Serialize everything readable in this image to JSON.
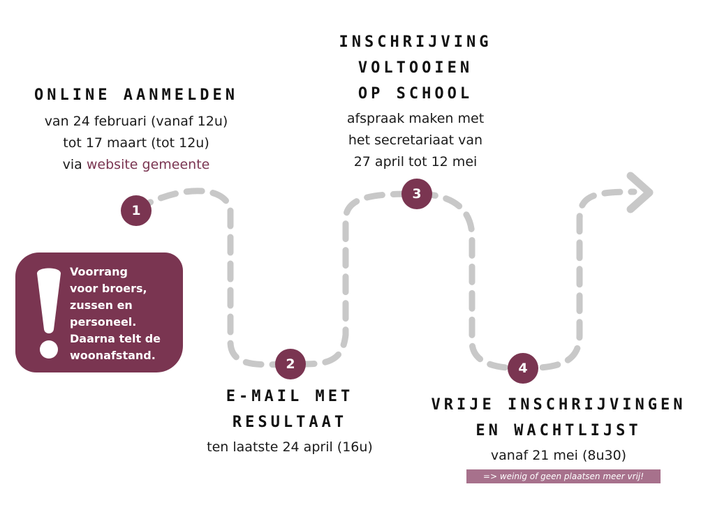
{
  "steps": [
    {
      "number": "1",
      "title_lines": [
        "Online aanmelden"
      ],
      "body_lines": [
        "van 24 februari (vanaf 12u)",
        "tot 17 maart (tot 12u)"
      ],
      "via_prefix": "via ",
      "link_text": "website gemeente"
    },
    {
      "number": "2",
      "title_lines": [
        "E-mail met",
        "resultaat"
      ],
      "body_lines": [
        "ten laatste 24 april (16u)"
      ]
    },
    {
      "number": "3",
      "title_lines": [
        "Inschrijving",
        "voltooien",
        "op school"
      ],
      "body_lines": [
        "afspraak maken met",
        "het secretariaat van",
        "27 april tot 12 mei"
      ]
    },
    {
      "number": "4",
      "title_lines": [
        "Vrije inschrijvingen",
        "en wachtlijst"
      ],
      "body_lines": [
        "vanaf 21 mei (8u30)"
      ],
      "warning": "=> weinig of geen plaatsen meer vrij!"
    }
  ],
  "notice": {
    "icon": "exclamation-icon",
    "lines": [
      "Voorrang",
      "voor broers,",
      "zussen en",
      "personeel.",
      "Daarna telt de",
      "woonafstand."
    ]
  },
  "colors": {
    "accent": "#7a3551",
    "path": "#c8c8c8",
    "tag": "#a7718c"
  }
}
